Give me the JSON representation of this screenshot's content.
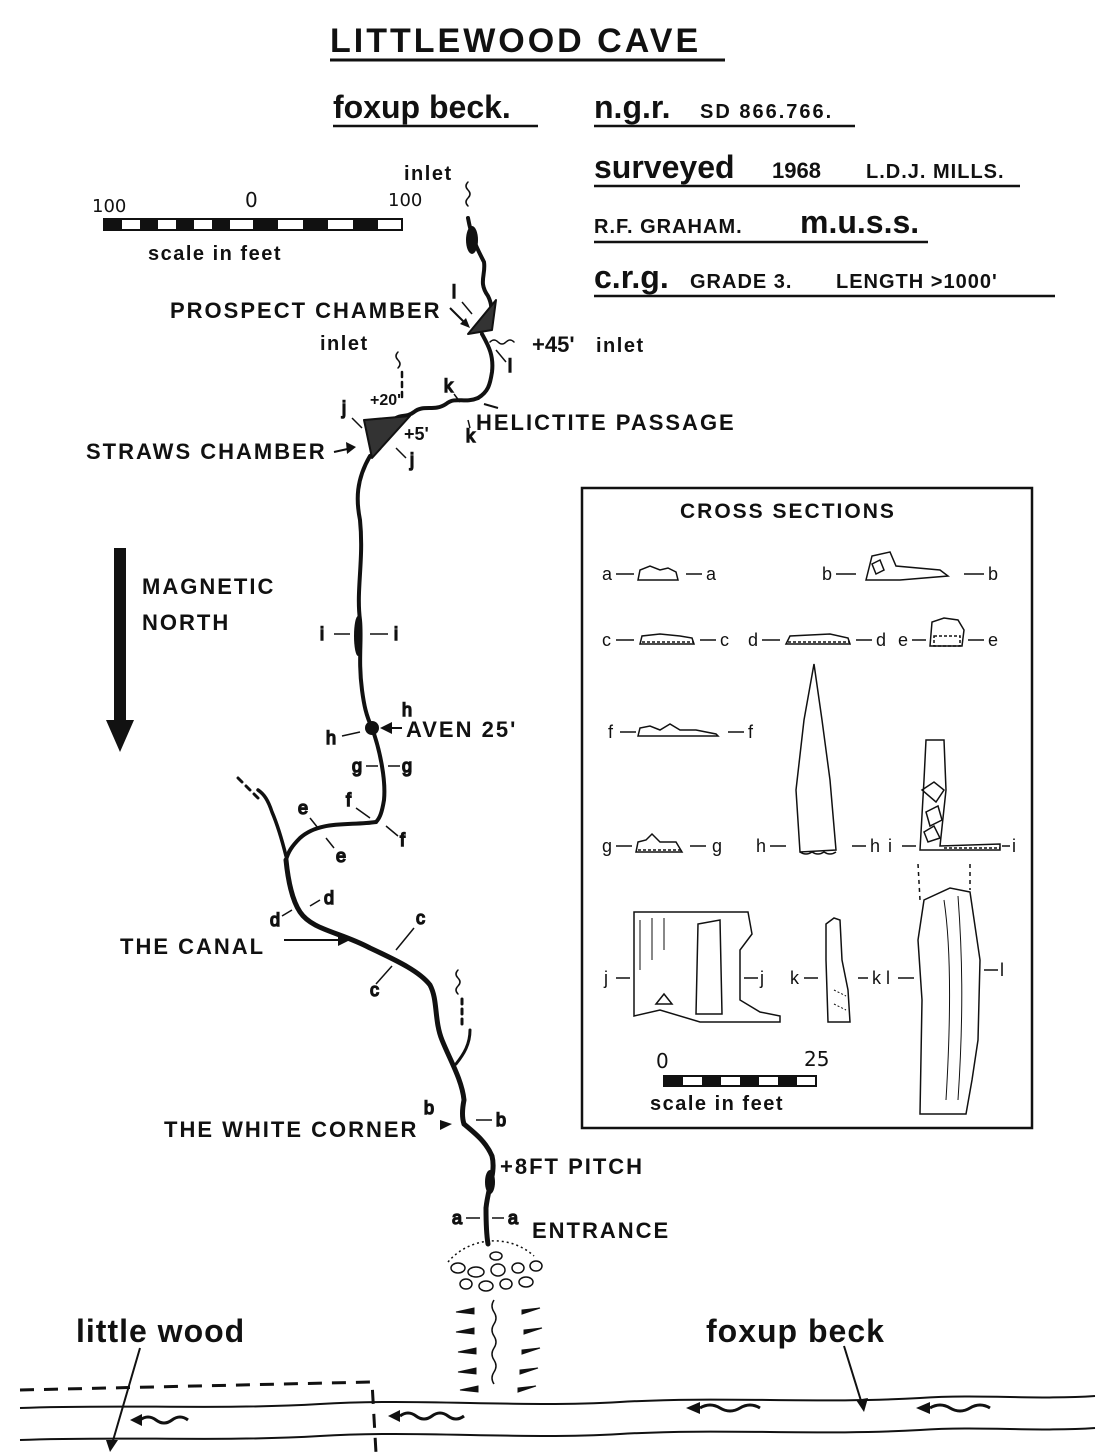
{
  "title": "LITTLEWOOD CAVE",
  "header": {
    "location": "foxup beck.",
    "ngr_label": "n.g.r.",
    "ngr_value": "SD 866.766.",
    "surveyed_label": "surveyed",
    "surveyed_year": "1968",
    "surveyor1": "L.D.J. MILLS.",
    "surveyor2": "R.F. GRAHAM.",
    "club": "m.u.s.s.",
    "crg_label": "c.r.g.",
    "grade": "GRADE 3.",
    "length": "LENGTH >1000'"
  },
  "scale_main": {
    "left": "100",
    "mid": "0",
    "right": "100",
    "caption": "scale in feet"
  },
  "north": {
    "line1": "MAGNETIC",
    "line2": "NORTH"
  },
  "features": {
    "inlet_top": "inlet",
    "prospect_chamber": "PROSPECT CHAMBER",
    "inlet_left": "inlet",
    "inlet_right": "inlet",
    "plus45": "+45'",
    "plus20": "+20'",
    "plus5": "+5'",
    "helictite_passage": "HELICTITE PASSAGE",
    "straws_chamber": "STRAWS CHAMBER",
    "aven": "AVEN 25'",
    "the_canal": "THE CANAL",
    "white_corner": "THE WHITE CORNER",
    "pitch": "+8FT PITCH",
    "entrance": "ENTRANCE",
    "little_wood": "little wood",
    "foxup_beck": "foxup beck"
  },
  "section_letters": {
    "a": "a",
    "b": "b",
    "c": "c",
    "d": "d",
    "e": "e",
    "f": "f",
    "g": "g",
    "h": "h",
    "i": "i",
    "j": "j",
    "k": "k",
    "l": "l"
  },
  "cross_sections": {
    "title": "CROSS SECTIONS",
    "scale_left": "0",
    "scale_right": "25",
    "scale_caption": "scale in feet"
  }
}
